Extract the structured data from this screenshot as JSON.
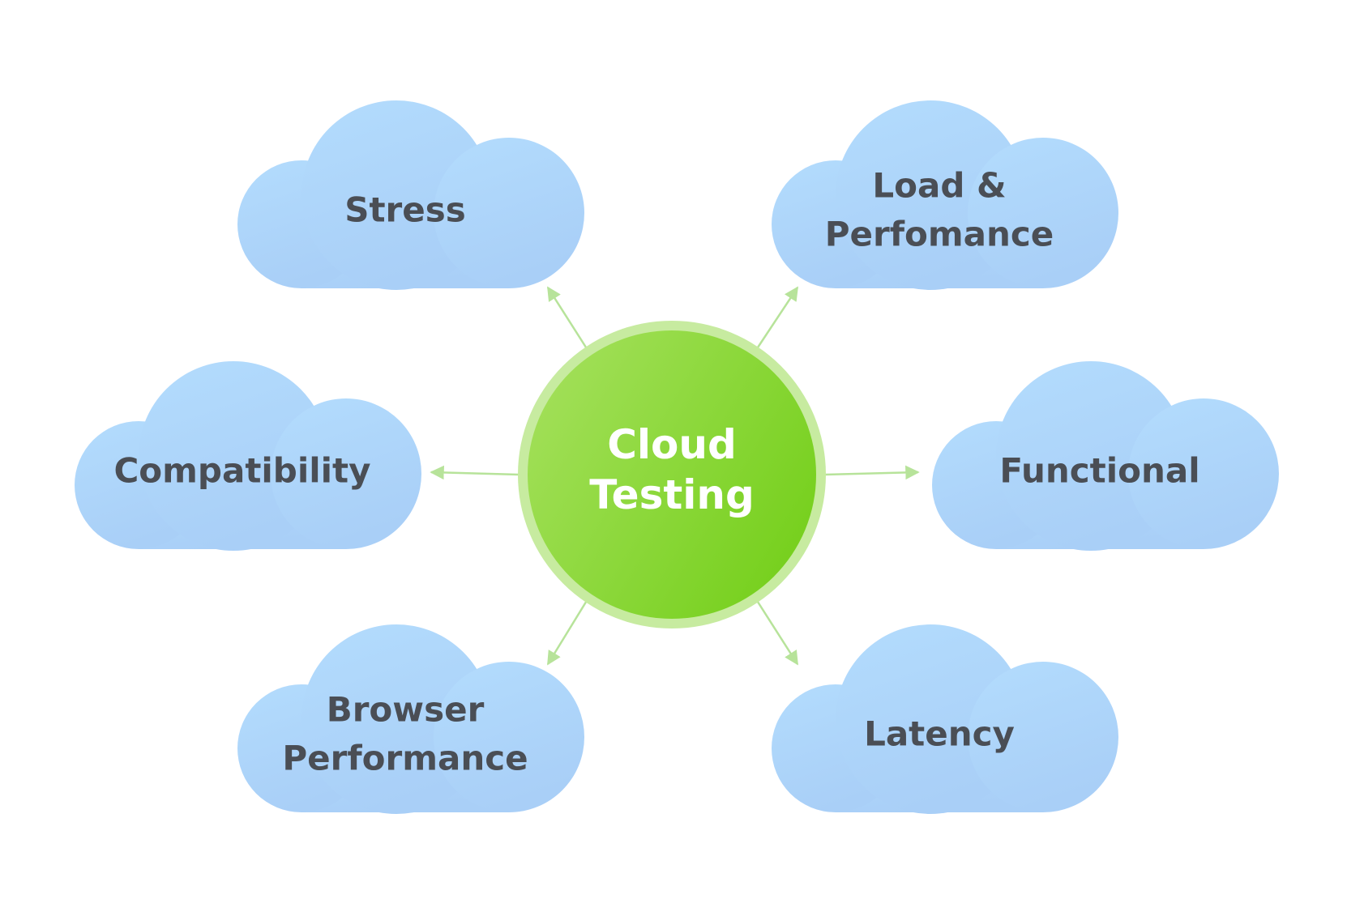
{
  "hub": {
    "lines": [
      "Cloud",
      "Testing"
    ],
    "icon": "green-circle-hub"
  },
  "nodes": [
    {
      "id": "stress",
      "lines": [
        "Stress"
      ]
    },
    {
      "id": "load-performance",
      "lines": [
        "Load &",
        "Perfomance"
      ]
    },
    {
      "id": "compatibility",
      "lines": [
        "Compatibility"
      ]
    },
    {
      "id": "functional",
      "lines": [
        "Functional"
      ]
    },
    {
      "id": "browser-performance",
      "lines": [
        "Browser",
        "Performance"
      ]
    },
    {
      "id": "latency",
      "lines": [
        "Latency"
      ]
    }
  ],
  "colors": {
    "cloud_top": "#b3dcfd",
    "cloud_bottom": "#a9cff7",
    "hub_light": "#a3e05a",
    "hub_dark": "#74cf1a",
    "hub_ring": "#c7eba0",
    "connector": "#b7e39a",
    "label_text": "#4a4e55",
    "hub_text": "#ffffff"
  }
}
